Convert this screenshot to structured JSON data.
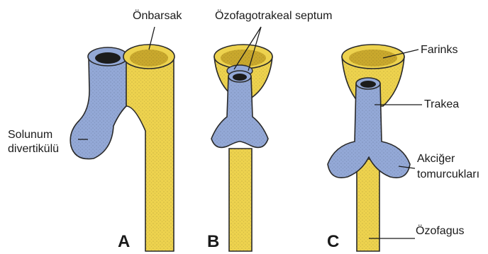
{
  "labels": {
    "onbarsak": "Önbarsak",
    "septum": "Özofagotrakeal septum",
    "farinks": "Farinks",
    "trakea": "Trakea",
    "solunum_line1": "Solunum",
    "solunum_line2": "divertikülü",
    "akciger_line1": "Akciğer",
    "akciger_line2": "tomurcukları",
    "ozofagus": "Özofagus"
  },
  "stages": [
    "A",
    "B",
    "C"
  ],
  "colors": {
    "foregut_yellow": "#EDD24E",
    "respiratory_blue": "#93A8D6",
    "outline": "#2a2a2a"
  }
}
